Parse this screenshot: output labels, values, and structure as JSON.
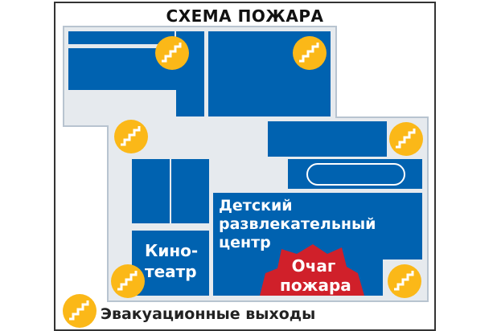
{
  "title": "СХЕМА ПОЖАРА",
  "rooms": {
    "children_center": [
      "Детский",
      "развлекательный",
      "центр"
    ],
    "cinema": [
      "Кино-",
      "театр"
    ]
  },
  "fire": [
    "Очаг",
    "пожара"
  ],
  "legend": {
    "exit_label": "Эвакуационные выходы",
    "exit_icon": "stairs-exit-icon"
  },
  "colors": {
    "room": "#0062b0",
    "floor": "#e6eaee",
    "exit": "#fbb818",
    "fire": "#d0202a"
  }
}
